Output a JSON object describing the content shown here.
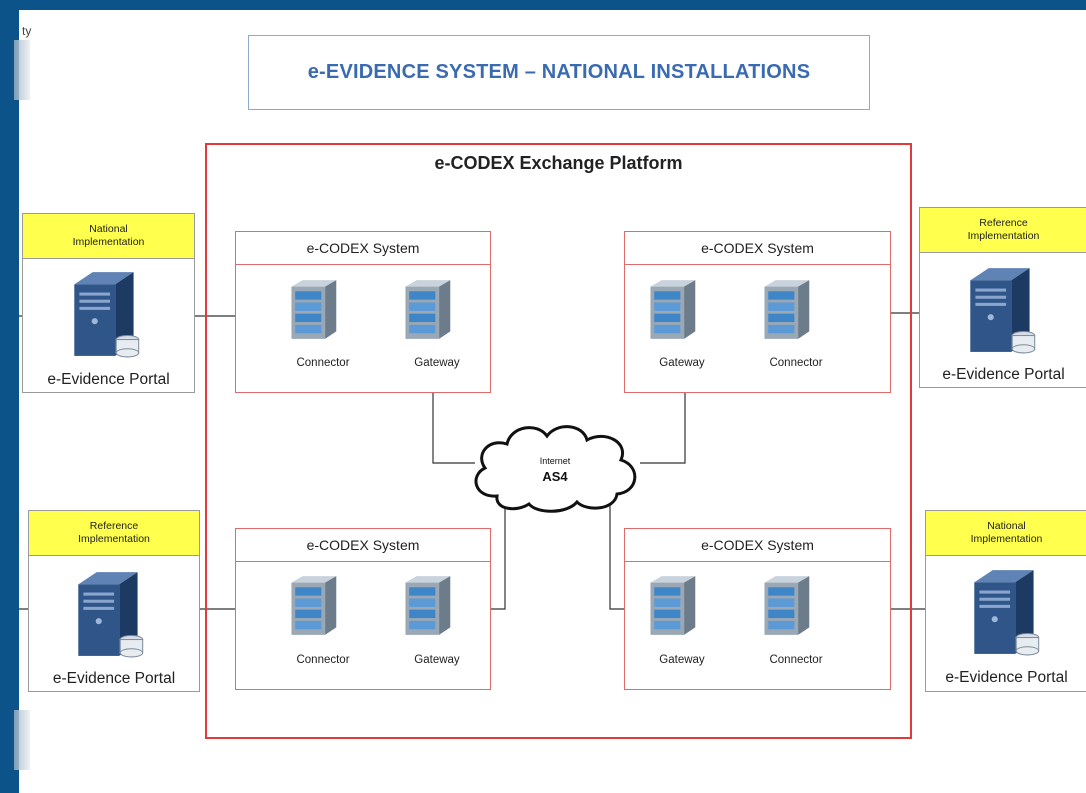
{
  "corner_text": "ty",
  "title": "e-EVIDENCE SYSTEM – NATIONAL INSTALLATIONS",
  "platform": {
    "label": "e-CODEX Exchange Platform"
  },
  "systems": [
    {
      "header": "e-CODEX System",
      "left_label": "Connector",
      "right_label": "Gateway"
    },
    {
      "header": "e-CODEX System",
      "left_label": "Gateway",
      "right_label": "Connector"
    },
    {
      "header": "e-CODEX System",
      "left_label": "Connector",
      "right_label": "Gateway"
    },
    {
      "header": "e-CODEX System",
      "left_label": "Gateway",
      "right_label": "Connector"
    }
  ],
  "portals": [
    {
      "header_line1": "National",
      "header_line2": "Implementation",
      "caption": "e-Evidence Portal"
    },
    {
      "header_line1": "Reference",
      "header_line2": "Implementation",
      "caption": "e-Evidence Portal"
    },
    {
      "header_line1": "Reference",
      "header_line2": "Implementation",
      "caption": "e-Evidence Portal"
    },
    {
      "header_line1": "National",
      "header_line2": "Implementation",
      "caption": "e-Evidence Portal"
    }
  ],
  "cloud": {
    "line1": "Internet",
    "line2": "AS4"
  },
  "colors": {
    "frame": "#0b5388",
    "platform_border": "#e03a3a",
    "system_border": "#e06b6b",
    "title_text": "#3a6bb0",
    "portal_header": "#ffff4d"
  }
}
